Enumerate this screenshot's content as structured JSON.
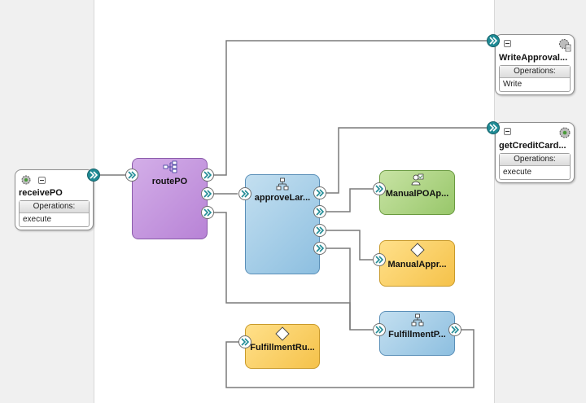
{
  "canvas": {
    "lanes": [
      "exposed-services",
      "components",
      "external-references"
    ]
  },
  "services": {
    "receivePO": {
      "name": "receivePO",
      "operations_label": "Operations:",
      "operation": "execute",
      "icon": "gear-icon"
    }
  },
  "components": {
    "routePO": {
      "name": "routePO",
      "type": "mediator",
      "icon": "mediator-icon"
    },
    "approveLarge": {
      "name": "approveLar...",
      "type": "bpel",
      "icon": "bpel-process-icon"
    },
    "manualPOApproval": {
      "name": "ManualPOAp...",
      "type": "human-task",
      "icon": "human-task-icon"
    },
    "manualApprovalRule": {
      "name": "ManualAppr...",
      "type": "business-rule",
      "icon": "rule-diamond-icon"
    },
    "fulfillmentProcess": {
      "name": "FulfillmentP...",
      "type": "bpel",
      "icon": "bpel-process-icon"
    },
    "fulfillmentRules": {
      "name": "FulfillmentRu...",
      "type": "business-rule",
      "icon": "rule-diamond-icon"
    }
  },
  "references": {
    "writeApproval": {
      "name": "WriteApproval...",
      "operations_label": "Operations:",
      "operation": "Write",
      "icon": "file-adapter-gear-icon"
    },
    "getCreditCard": {
      "name": "getCreditCard...",
      "operations_label": "Operations:",
      "operation": "execute",
      "icon": "gear-icon"
    }
  },
  "colors": {
    "mediator": "#b883d6",
    "bpel": "#8dbfe0",
    "human_task": "#98c76a",
    "business_rule": "#f5c24a",
    "port_teal": "#1f8b95",
    "wire": "#7a7a7a",
    "lane_gray": "#f0f0f0"
  }
}
